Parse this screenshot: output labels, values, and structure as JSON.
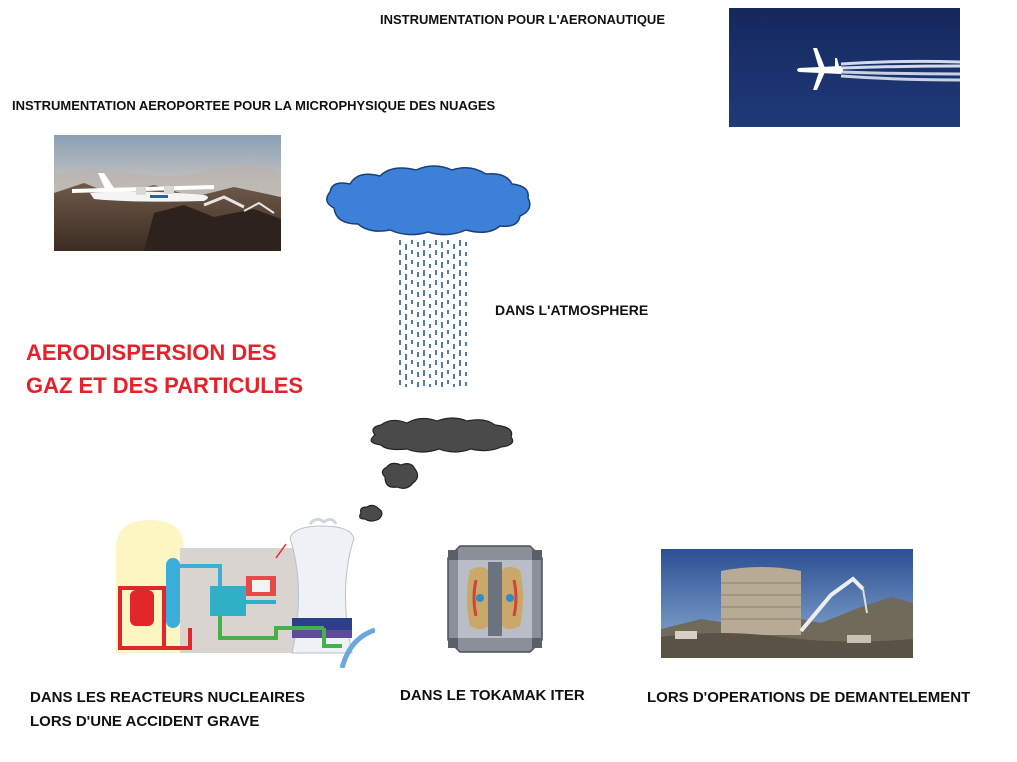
{
  "labels": {
    "aeronautics": "INSTRUMENTATION POUR L'AERONAUTIQUE",
    "airborne": "INSTRUMENTATION AEROPORTEE POUR LA MICROPHYSIQUE DES NUAGES",
    "atmosphere": "DANS L'ATMOSPHERE",
    "main_title_line1": "AERODISPERSION DES",
    "main_title_line2": "GAZ ET DES PARTICULES",
    "reactors_line1": "DANS LES REACTEURS NUCLEAIRES",
    "reactors_line2": "LORS D'UNE ACCIDENT GRAVE",
    "tokamak": "DANS LE TOKAMAK ITER",
    "dismantling": "LORS D'OPERATIONS DE DEMANTELEMENT"
  },
  "colors": {
    "title_red": "#e8202a",
    "cloud_blue": "#3d80d8",
    "smoke_dark": "#4a4a4a",
    "sky_navy": "#1a2f6a"
  },
  "icons": {
    "jet": "jet-airplane-icon",
    "turboprop": "turboprop-airplane-icon",
    "cloud": "rain-cloud-icon",
    "smoke": "smoke-cloud-icon"
  }
}
